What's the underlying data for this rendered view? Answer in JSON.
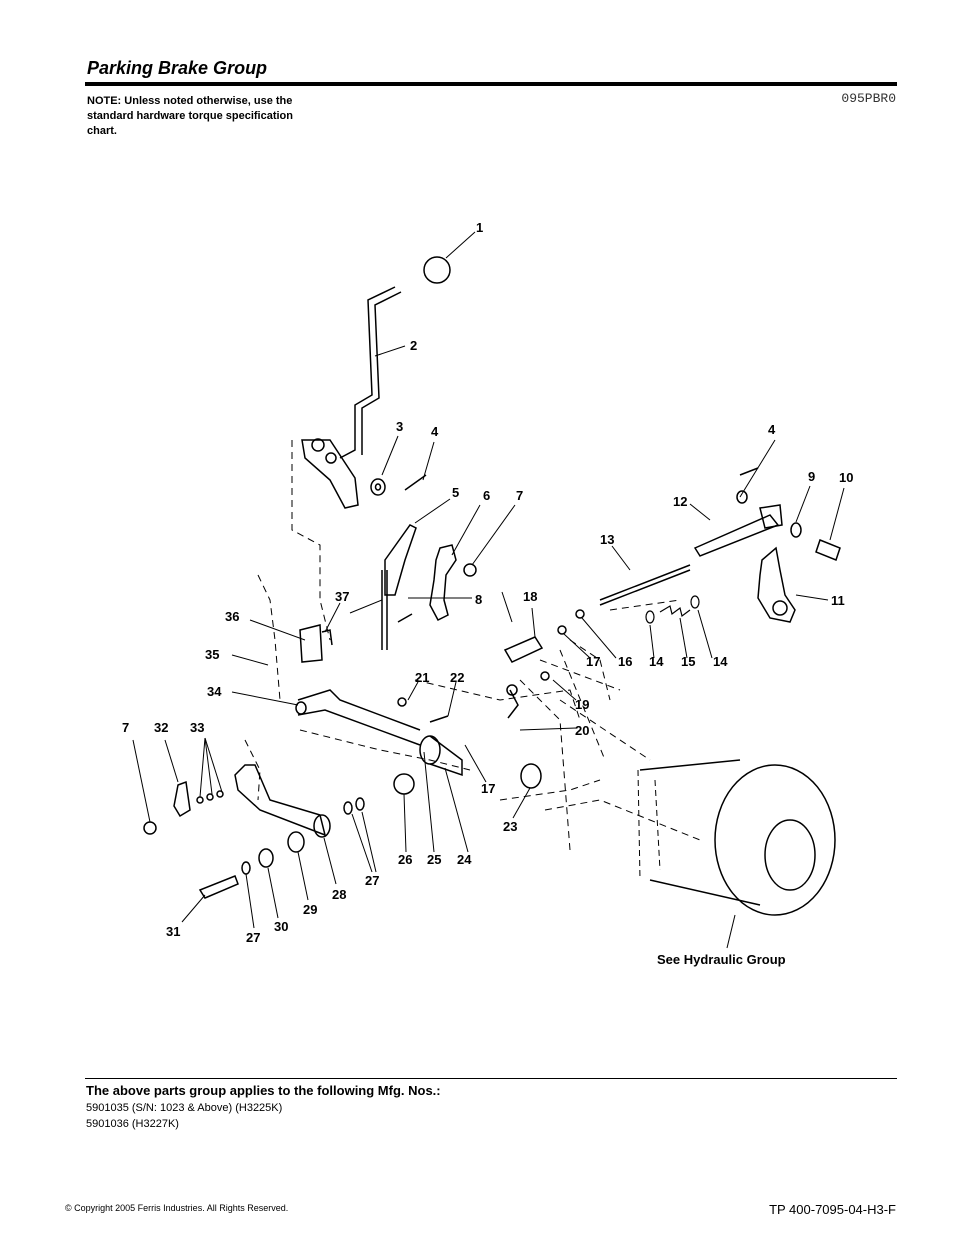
{
  "header": {
    "title": "Parking Brake Group",
    "note": "NOTE: Unless noted otherwise, use the standard hardware torque specification chart.",
    "code": "095PBR0"
  },
  "diagram": {
    "callouts": {
      "c1": "1",
      "c2": "2",
      "c3": "3",
      "c4a": "4",
      "c4b": "4",
      "c5": "5",
      "c6": "6",
      "c7a": "7",
      "c7b": "7",
      "c8": "8",
      "c9": "9",
      "c10": "10",
      "c11": "11",
      "c12": "12",
      "c13": "13",
      "c14a": "14",
      "c14b": "14",
      "c15": "15",
      "c16": "16",
      "c17a": "17",
      "c17b": "17",
      "c18": "18",
      "c19": "19",
      "c20": "20",
      "c21": "21",
      "c22": "22",
      "c23": "23",
      "c24": "24",
      "c25": "25",
      "c26": "26",
      "c27a": "27",
      "c27b": "27",
      "c28": "28",
      "c29": "29",
      "c30": "30",
      "c31": "31",
      "c32": "32",
      "c33": "33",
      "c34": "34",
      "c35": "35",
      "c36": "36",
      "c37": "37"
    },
    "see_label": "See Hydraulic Group"
  },
  "footer": {
    "applies": "The above parts group applies to the following Mfg. Nos.:",
    "mfg": [
      "5901035 (S/N: 1023 & Above) (H3225K)",
      "5901036 (H3227K)"
    ],
    "copyright": "© Copyright  2005 Ferris Industries. All Rights Reserved.",
    "doc_number": "TP 400-7095-04-H3-F"
  }
}
